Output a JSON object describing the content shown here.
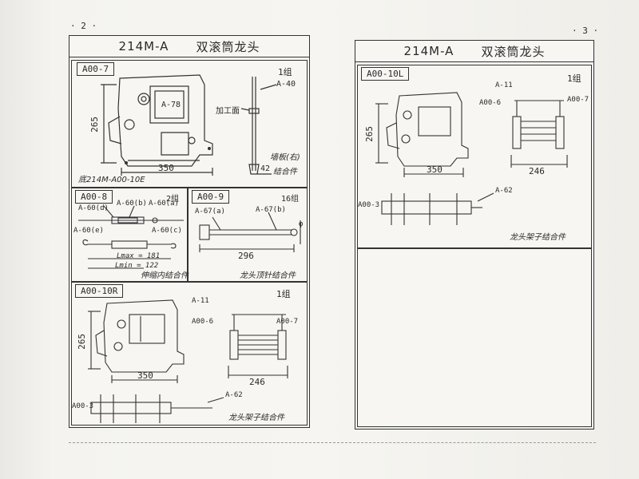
{
  "left_page": {
    "page_number": "· 2 ·",
    "title_model": "214M-A",
    "title_name": "双滚筒龙头",
    "panel_a007": {
      "code": "A00-7",
      "qty": "1组",
      "labels": {
        "a78": "A-78",
        "a40": "A-40",
        "machined": "加工面"
      },
      "dim_h": "265",
      "dim_w": "350",
      "dim_42": "42",
      "caption_plate": "墙板(右)",
      "caption_assembly": "结合件",
      "base_note": "底214M-A00-10E"
    },
    "panel_a008": {
      "code": "A00-8",
      "qty": "2组",
      "labels": {
        "a60d": "A-60(d)",
        "a60b": "A-60(b)",
        "a60a": "A-60(a)",
        "a60e": "A-60(e)",
        "a60c": "A-60(c)"
      },
      "lmax": "Lmax = 181",
      "lmin": "Lmin = 122",
      "caption": "伸缩内结合件"
    },
    "panel_a009": {
      "code": "A00-9",
      "qty": "16组",
      "labels": {
        "a67a": "A-67(a)",
        "a67b": "A-67(b)",
        "phi": "φ"
      },
      "dim": "296",
      "caption": "龙头顶针结合件"
    },
    "panel_a0010r": {
      "code": "A00-10R",
      "qty": "1组",
      "labels": {
        "a11": "A-11",
        "a006": "A00-6",
        "a007": "A00-7",
        "a003": "A00-3",
        "a62": "A-62"
      },
      "dim_h": "265",
      "dim_w": "350",
      "dim_246": "246",
      "caption": "龙头架子结合件"
    }
  },
  "right_page": {
    "page_number": "· 3 ·",
    "title_model": "214M-A",
    "title_name": "双滚筒龙头",
    "panel_a0010l": {
      "code": "A00-10L",
      "qty": "1组",
      "labels": {
        "a11": "A-11",
        "a006": "A00-6",
        "a007": "A00-7",
        "a003": "A00-3",
        "a62": "A-62"
      },
      "dim_h": "265",
      "dim_w": "350",
      "dim_246": "246",
      "caption": "龙头架子结合件"
    }
  }
}
